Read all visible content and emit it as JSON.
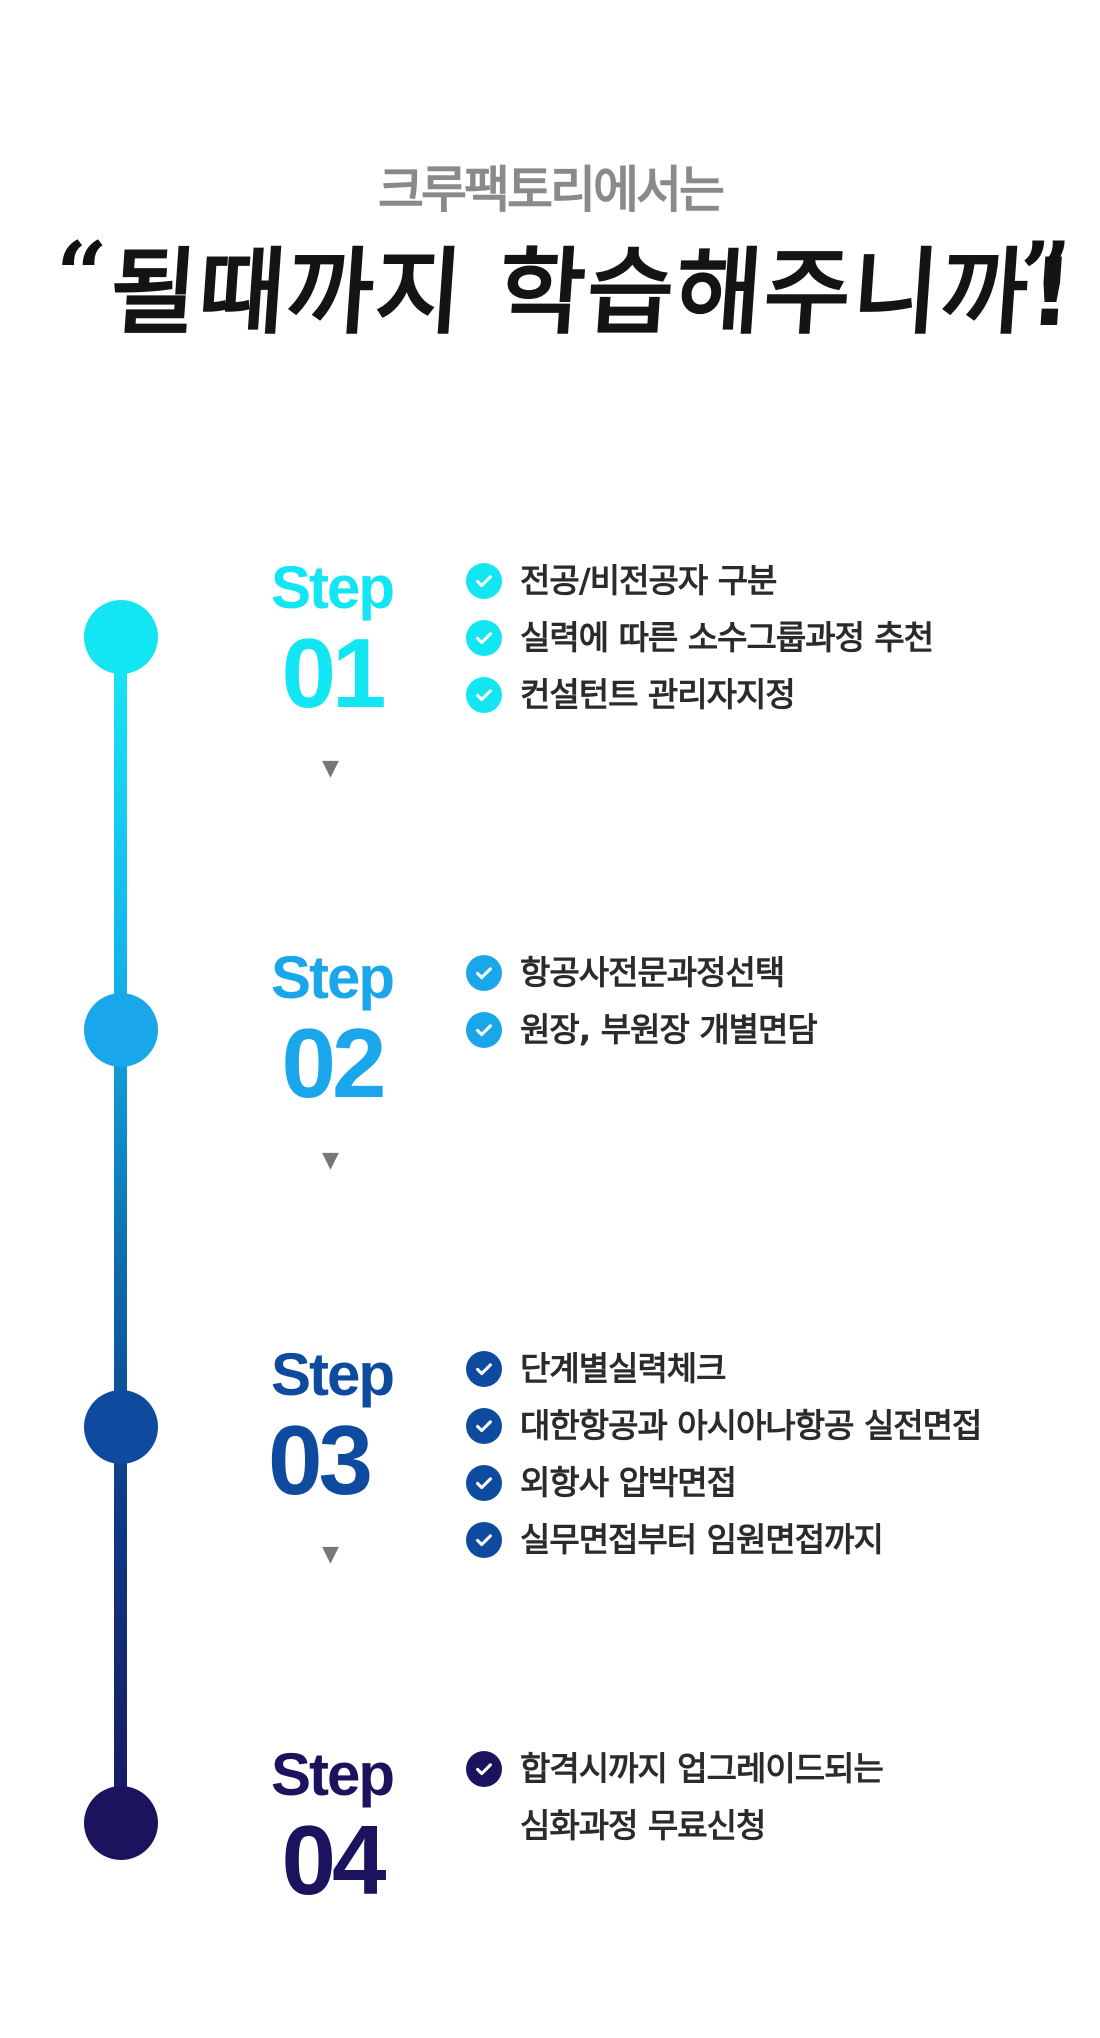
{
  "header": {
    "subtitle": "크루팩토리에서는",
    "open_quote": "“",
    "headline": "될때까지 학습해주니까!",
    "close_quote": "”"
  },
  "colors": {
    "step1": "#12e6f3",
    "step2": "#1aa6ea",
    "step3": "#0e4a9e",
    "step4": "#1b135e",
    "arrow": "#777777"
  },
  "steps": [
    {
      "word": "Step",
      "number": "01",
      "items": [
        "전공/비전공자 구분",
        "실력에 따른 소수그룹과정 추천",
        "컨설턴트 관리자지정"
      ]
    },
    {
      "word": "Step",
      "number": "02",
      "items": [
        "항공사전문과정선택",
        "원장, 부원장 개별면담"
      ]
    },
    {
      "word": "Step",
      "number": "03",
      "items": [
        "단계별실력체크",
        "대한항공과 아시아나항공 실전면접",
        "외항사 압박면접",
        "실무면접부터 임원면접까지"
      ]
    },
    {
      "word": "Step",
      "number": "04",
      "items": [
        "합격시까지 업그레이드되는",
        "심화과정 무료신청"
      ]
    }
  ],
  "arrow_glyph": "▼",
  "icons": {
    "check": "check-circle-icon"
  }
}
